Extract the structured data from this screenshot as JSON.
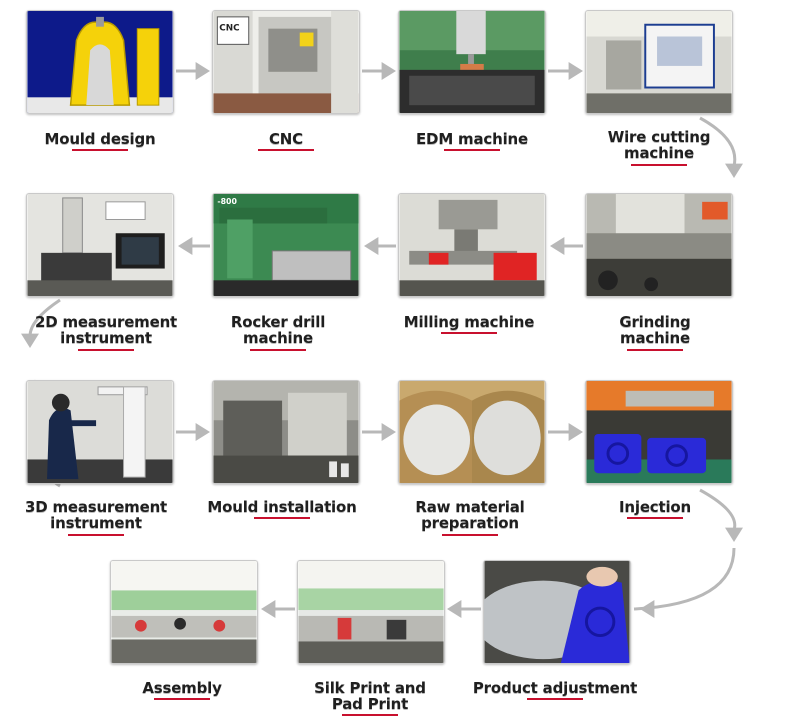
{
  "steps": [
    {
      "id": "mould-design",
      "label": "Mould design"
    },
    {
      "id": "cnc",
      "label": "CNC",
      "photo_text": "CNC"
    },
    {
      "id": "edm-machine",
      "label": "EDM machine"
    },
    {
      "id": "wire-cutting-machine",
      "label": "Wire cutting\nmachine"
    },
    {
      "id": "grinding-machine",
      "label": "Grinding\nmachine"
    },
    {
      "id": "milling-machine",
      "label": "Milling machine"
    },
    {
      "id": "rocker-drill-machine",
      "label": "Rocker drill\nmachine",
      "photo_text": "-800"
    },
    {
      "id": "2d-measurement-instrument",
      "label": "2D measurement\ninstrument"
    },
    {
      "id": "3d-measurement-instrument",
      "label": "3D measurement\ninstrument"
    },
    {
      "id": "mould-installation",
      "label": "Mould installation"
    },
    {
      "id": "raw-material-preparation",
      "label": "Raw material\npreparation"
    },
    {
      "id": "injection",
      "label": "Injection"
    },
    {
      "id": "product-adjustment",
      "label": "Product adjustment"
    },
    {
      "id": "silk-print-and-pad-print",
      "label": "Silk Print and\nPad Print"
    },
    {
      "id": "assembly",
      "label": "Assembly"
    }
  ],
  "colors": {
    "arrow": "#b8b8b8",
    "underline": "#c8102e",
    "label": "#1f1f1f",
    "product_blue": "#2a2ad8",
    "mould_yellow": "#f5d20a"
  }
}
